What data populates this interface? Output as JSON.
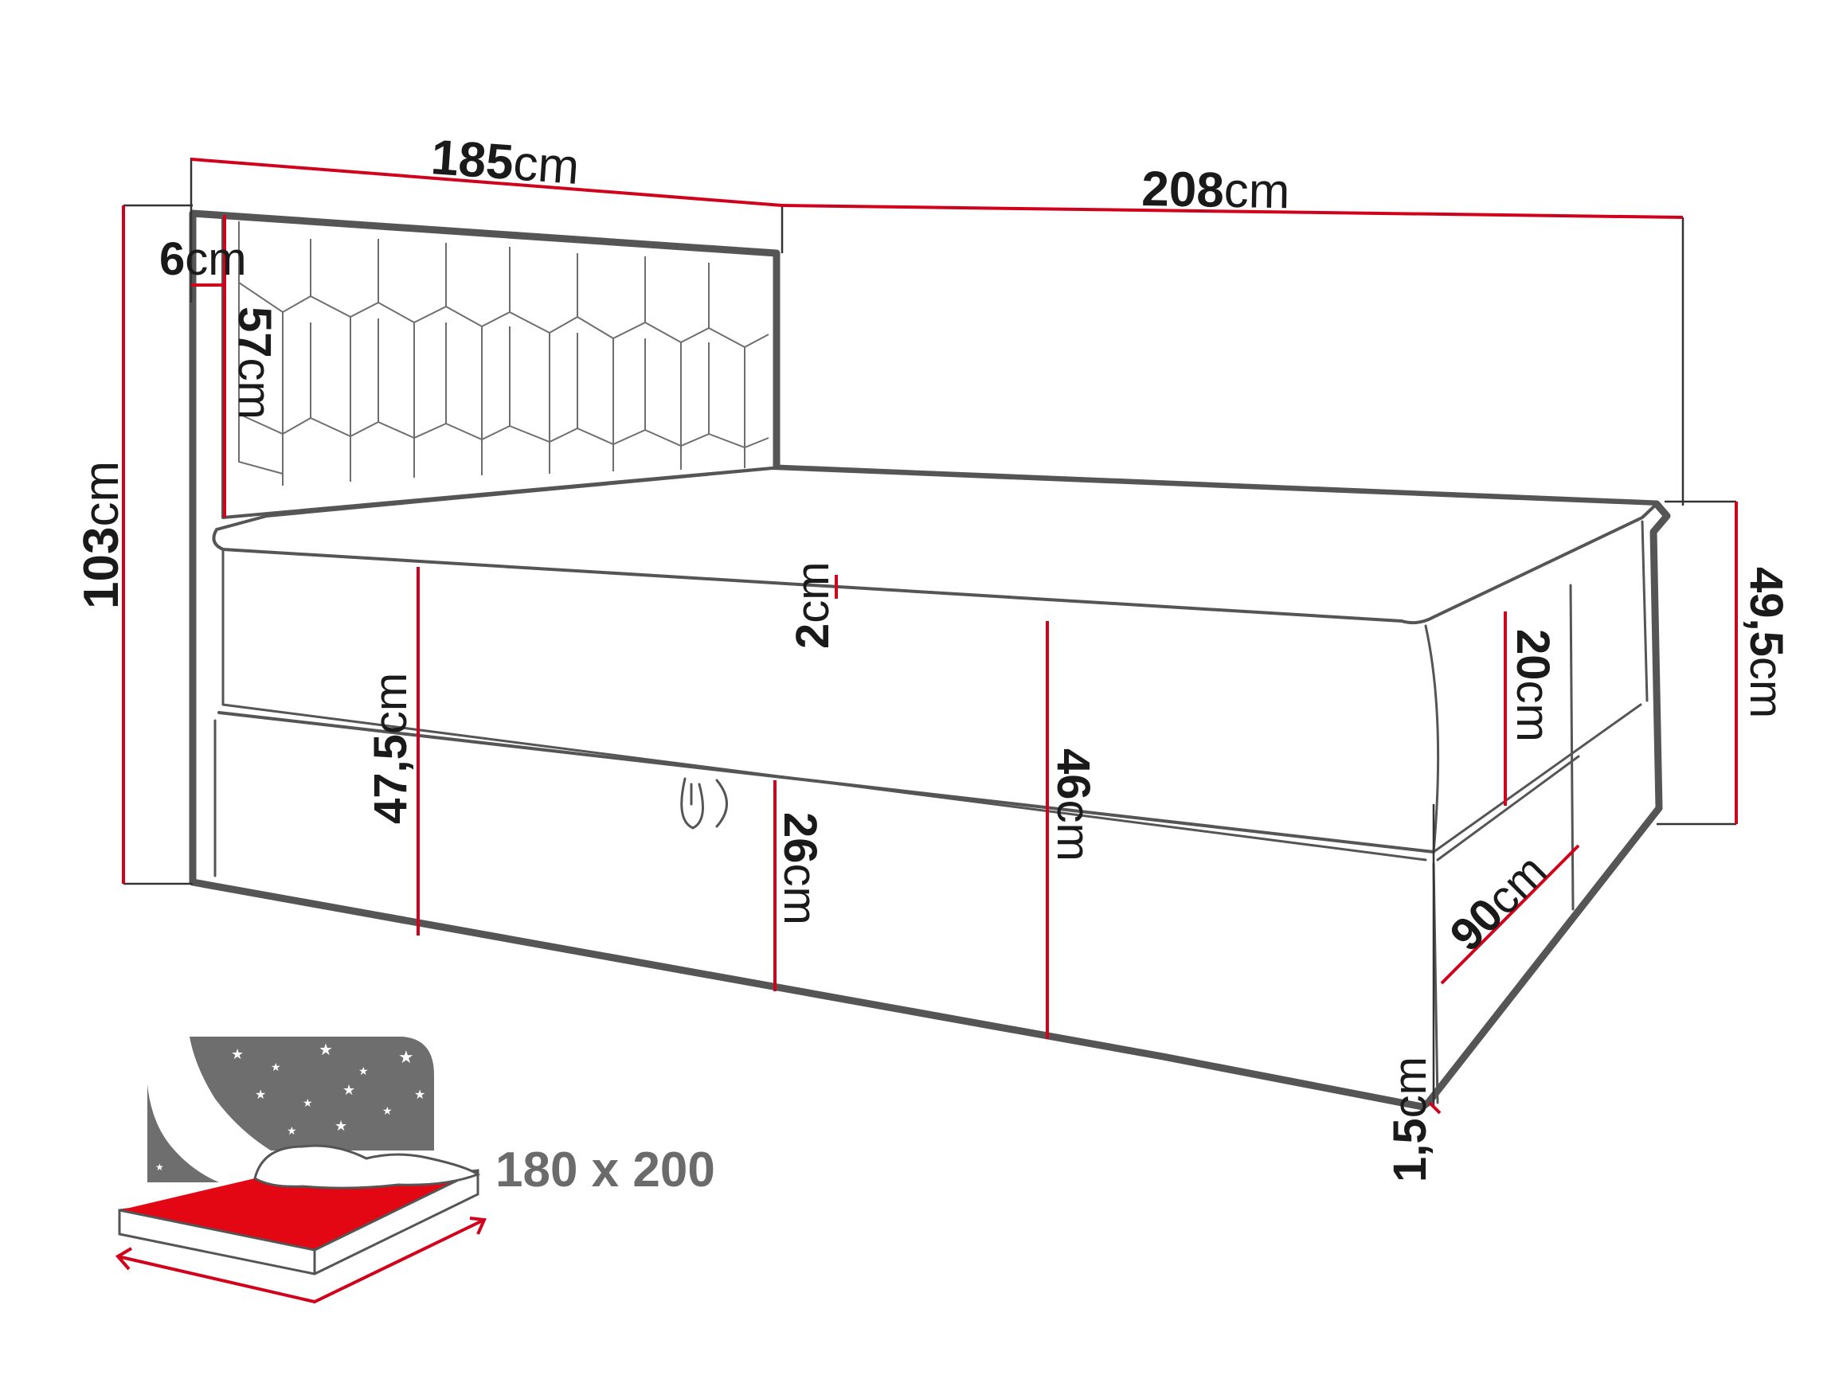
{
  "dimensions": {
    "width": {
      "value": "185",
      "unit": "cm"
    },
    "length": {
      "value": "208",
      "unit": "cm"
    },
    "total_height": {
      "value": "103",
      "unit": "cm"
    },
    "headboard_thickness": {
      "value": "6",
      "unit": "cm"
    },
    "headboard_panel_height": {
      "value": "57",
      "unit": "cm"
    },
    "topper_thickness": {
      "value": "2",
      "unit": "cm"
    },
    "mattress_height": {
      "value": "20",
      "unit": "cm"
    },
    "bed_height_side": {
      "value": "49,5",
      "unit": "cm"
    },
    "frame_height_front": {
      "value": "47,5",
      "unit": "cm"
    },
    "drawer_height": {
      "value": "26",
      "unit": "cm"
    },
    "base_height": {
      "value": "46",
      "unit": "cm"
    },
    "mattress_section_width": {
      "value": "90",
      "unit": "cm"
    },
    "leg_height": {
      "value": "1,5",
      "unit": "cm"
    }
  },
  "mattress_size": "180 x 200",
  "colors": {
    "outline": "#555555",
    "dimension_line": "#d0021b",
    "guide_line": "#333333",
    "headboard_fill": "#6e6e6e",
    "mattress_fill": "#e30613"
  }
}
